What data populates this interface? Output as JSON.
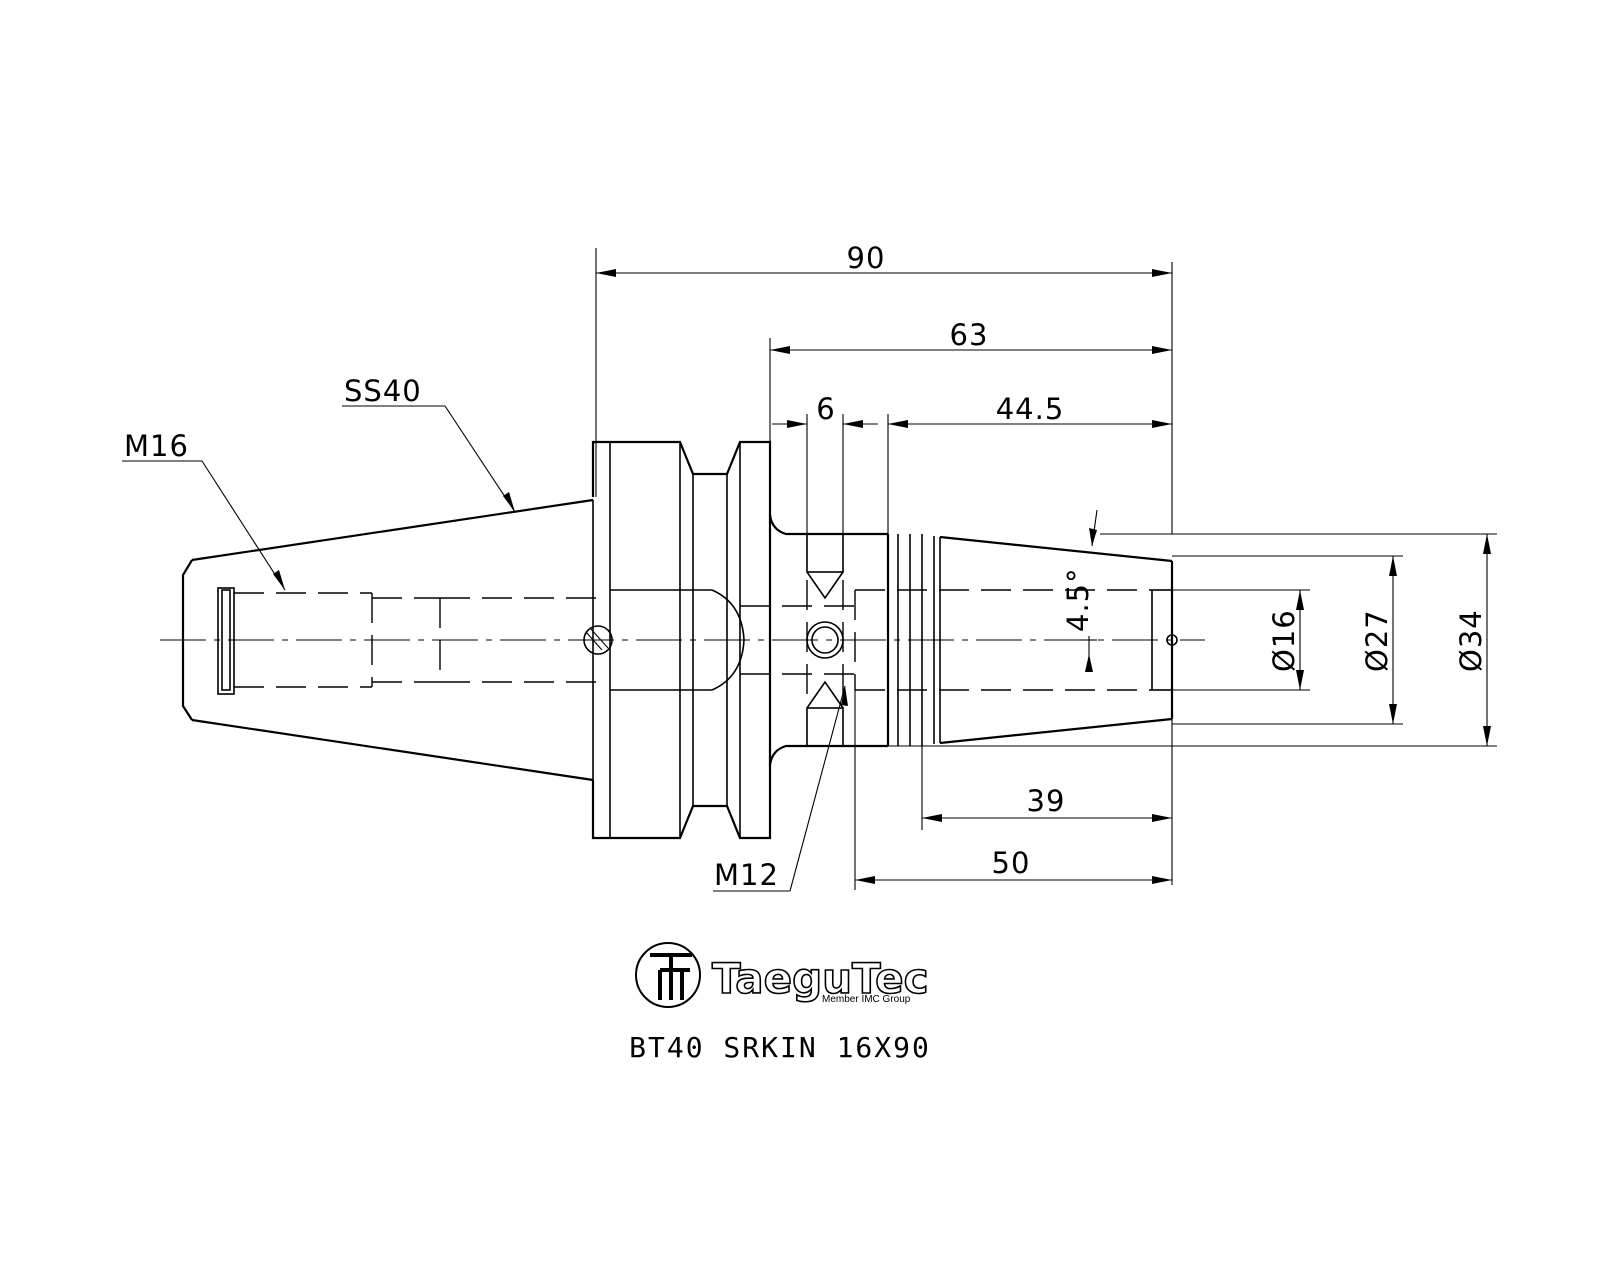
{
  "drawing": {
    "labels": {
      "ss40": "SS40",
      "m16": "M16",
      "m12": "M12"
    },
    "dimensions": {
      "d90": "90",
      "d63": "63",
      "d6": "6",
      "d44_5": "44.5",
      "d39": "39",
      "d50": "50",
      "angle": "4.5°",
      "dia16": "Ø16",
      "dia27": "Ø27",
      "dia34": "Ø34"
    }
  },
  "logo": {
    "brand": "TaeguTec",
    "sub": "Member IMC Group"
  },
  "caption": "BT40 SRKIN 16X90"
}
